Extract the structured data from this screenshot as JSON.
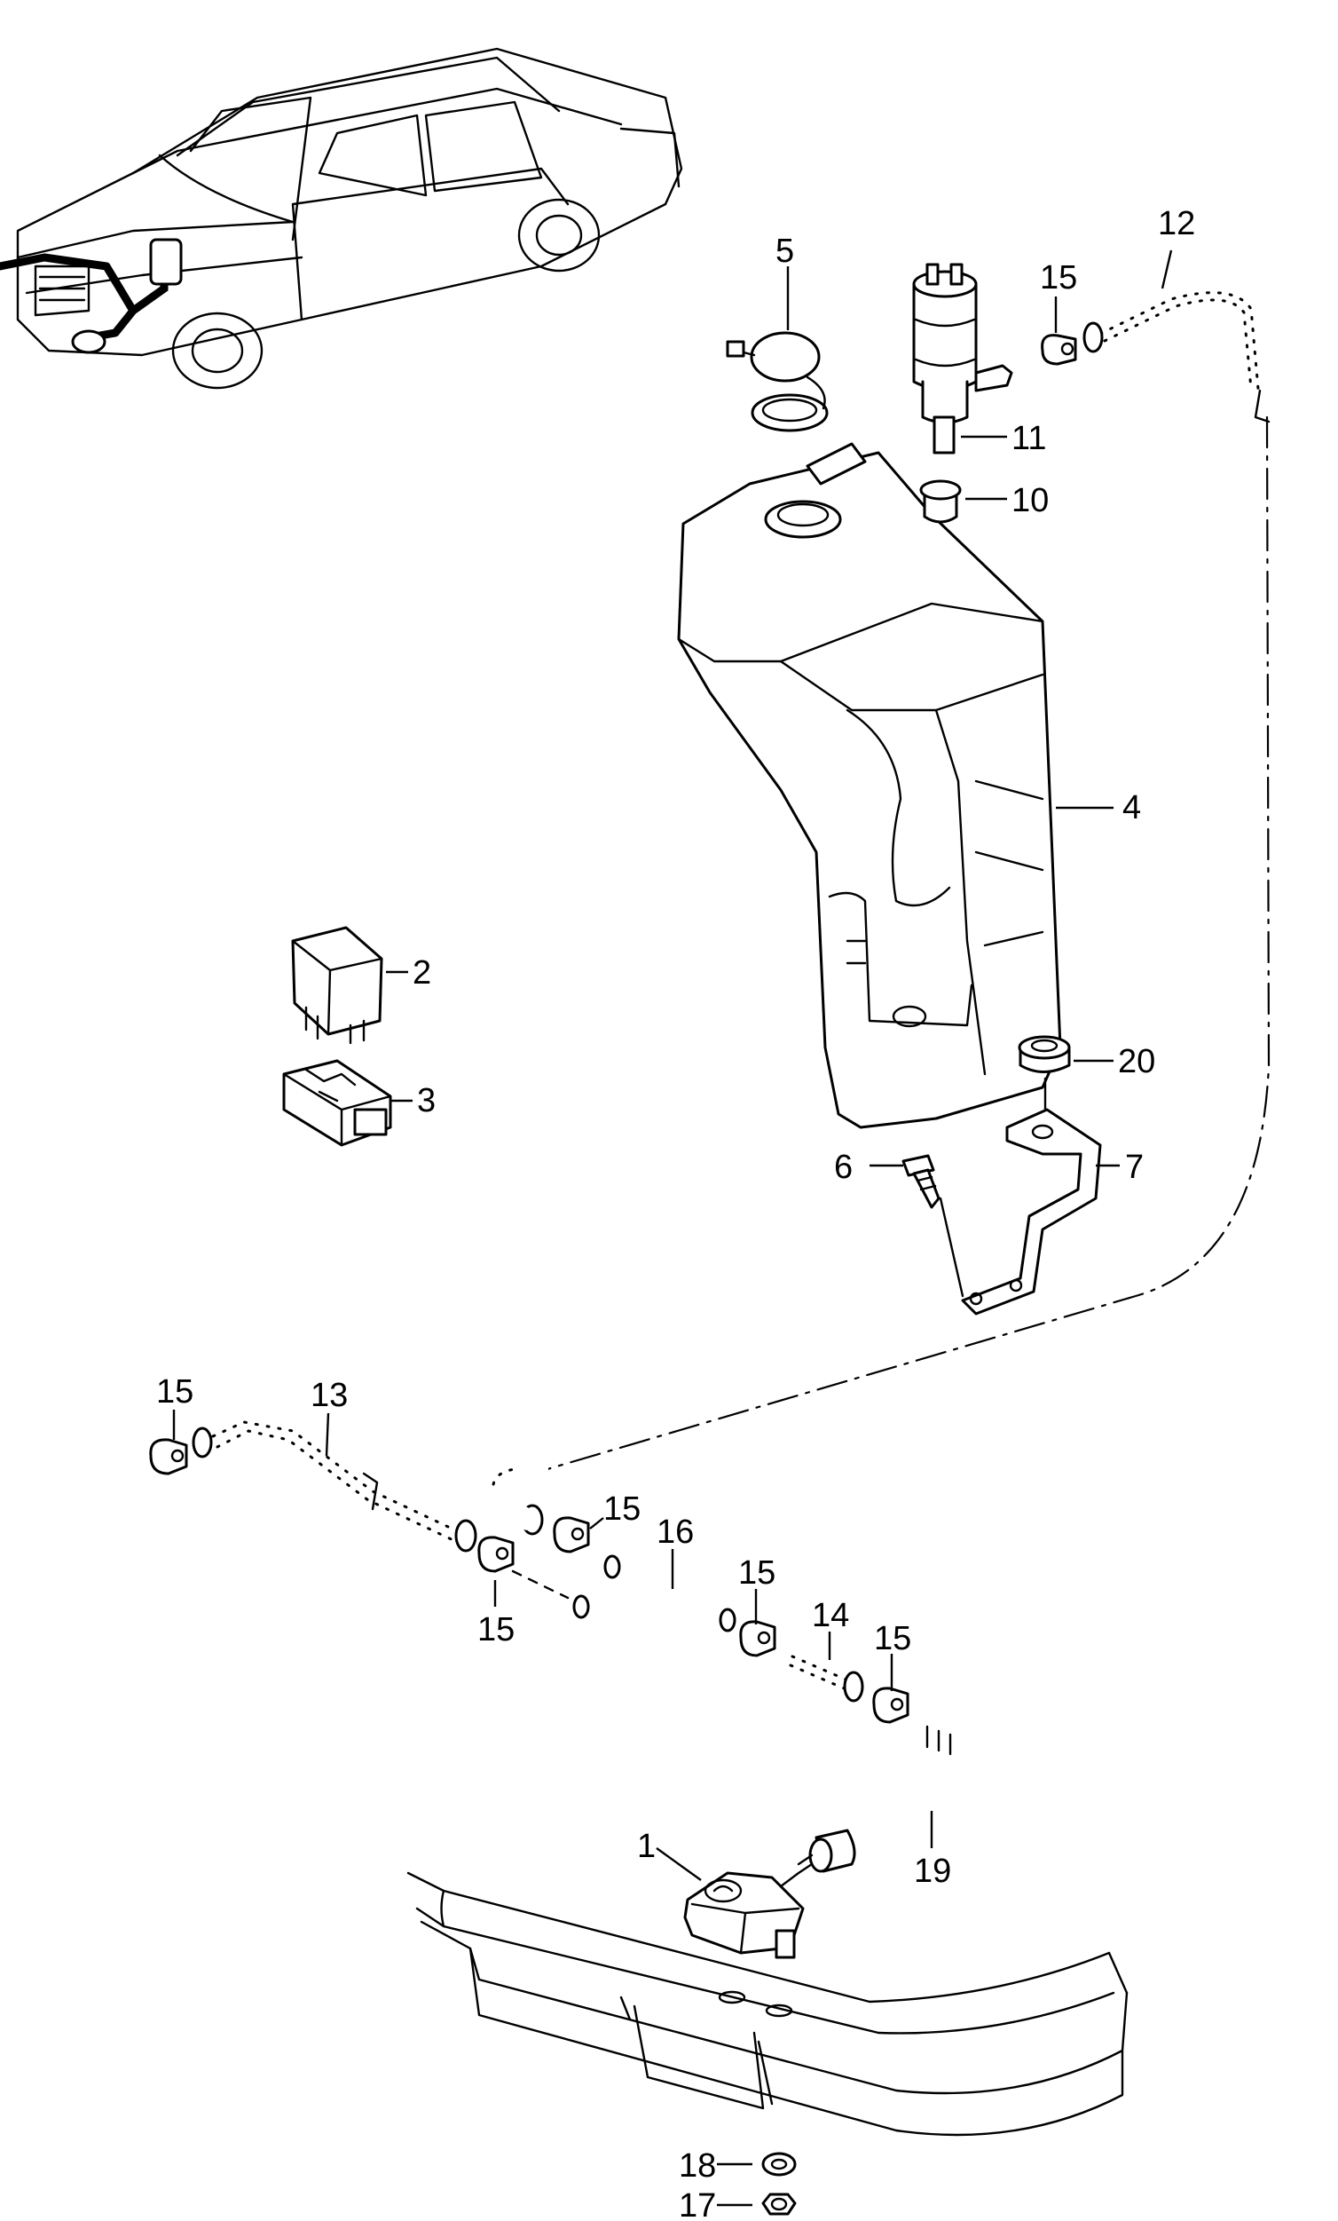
{
  "callouts": {
    "c1": "1",
    "c2": "2",
    "c3": "3",
    "c4": "4",
    "c5": "5",
    "c6": "6",
    "c7": "7",
    "c10": "10",
    "c11": "11",
    "c12": "12",
    "c13": "13",
    "c14": "14",
    "c15a": "15",
    "c15b": "15",
    "c15c": "15",
    "c15d": "15",
    "c15e": "15",
    "c15f": "15",
    "c16": "16",
    "c17": "17",
    "c18": "18",
    "c19": "19",
    "c20": "20"
  }
}
